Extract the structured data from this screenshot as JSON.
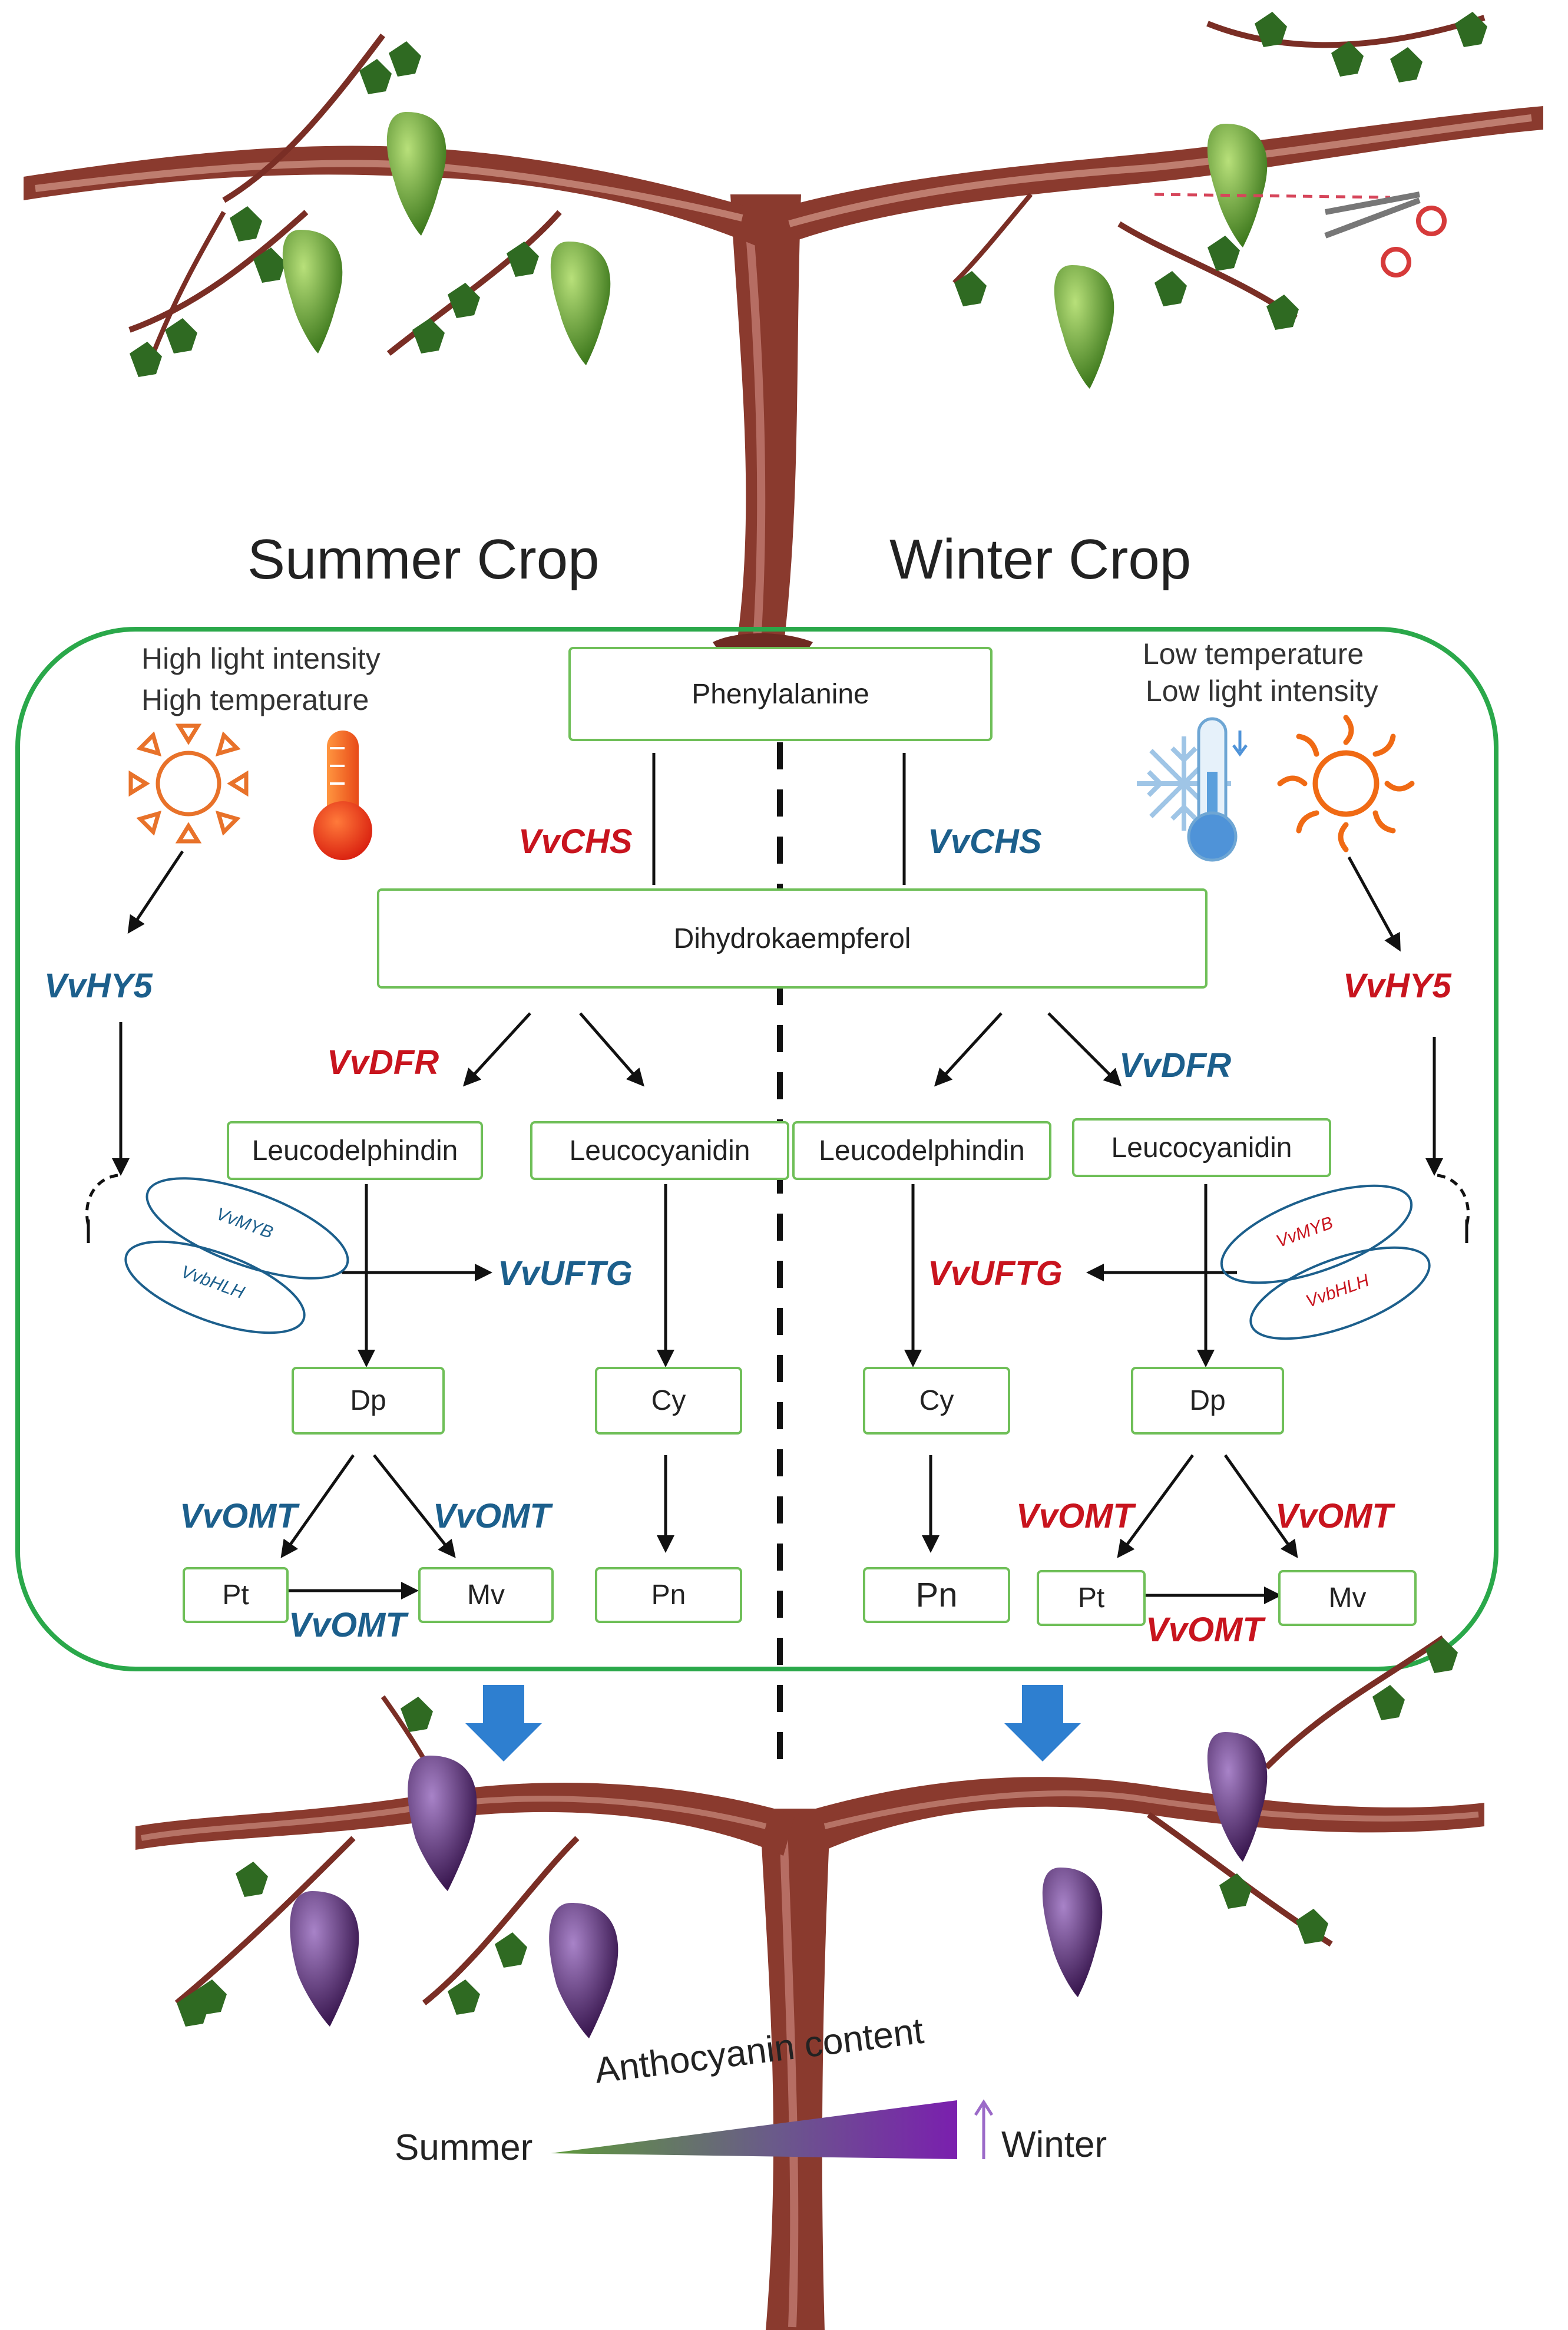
{
  "titles": {
    "left": "Summer Crop",
    "right": "Winter Crop"
  },
  "conditions": {
    "summer": [
      "High light intensity",
      "High temperature"
    ],
    "winter": [
      "Low temperature",
      "Low light intensity"
    ]
  },
  "metabolites": {
    "phenylalanine": "Phenylalanine",
    "dihydrokaempferol": "Dihydrokaempferol",
    "leucodelphindin": "Leucodelphindin",
    "leucocyanidin": "Leucocyanidin",
    "dp": "Dp",
    "cy": "Cy",
    "pt": "Pt",
    "mv": "Mv",
    "pn": "Pn"
  },
  "genes": {
    "summer": {
      "chs": "VvCHS",
      "hy5": "VvHY5",
      "dfr": "VvDFR",
      "uftg": "VvUFTG",
      "omt_left": "VvOMT",
      "omt_right": "VvOMT",
      "omt_bottom": "VvOMT"
    },
    "winter": {
      "chs": "VvCHS",
      "hy5": "VvHY5",
      "dfr": "VvDFR",
      "uftg": "VvUFTG",
      "omt_left": "VvOMT",
      "omt_right": "VvOMT",
      "omt_bottom": "VvOMT"
    }
  },
  "transcription_factors": {
    "myb": "VvMYB",
    "bhlh": "VvbHLH"
  },
  "legend": {
    "label": "Anthocyanin content",
    "left": "Summer",
    "right": "Winter"
  },
  "colors": {
    "upregulated": "#c8141e",
    "downregulated": "#1c5f8c",
    "panel_border": "#2aa84a",
    "box_border": "#6fbf58",
    "vine": "#7a2e25",
    "arrow_down": "#2e7fd0",
    "grape_green": "#5a9a2e",
    "grape_purple": "#5a2c6e",
    "gradient_start": "#5e9a3a",
    "gradient_end": "#7a1fae"
  }
}
